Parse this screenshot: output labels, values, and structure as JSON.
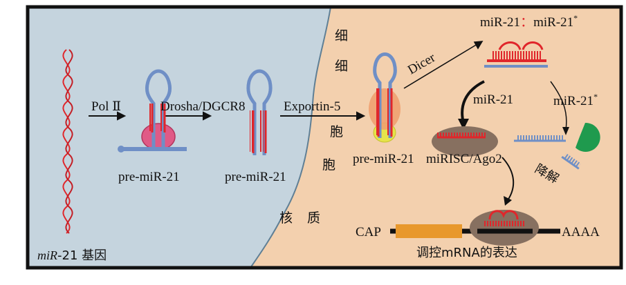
{
  "diagram": {
    "labels": {
      "pol2": "Pol Ⅱ",
      "drosha": "Drosha/DGCR8",
      "exportin": "Exportin-5",
      "dicer": "Dicer",
      "duplex_a": "miR-21",
      "duplex_sep": "：",
      "duplex_b": "miR-21",
      "duplex_star": "*",
      "mature_strand": "miR-21",
      "star_strand": "miR-21",
      "star_mark": "*",
      "pre1": "pre-miR-21",
      "pre2": "pre-miR-21",
      "pre3": "pre-miR-21",
      "risc": "miRISC/Ago2",
      "degrade": "降解",
      "cap": "CAP",
      "polya": "AAAA",
      "regulate": "调控mRNA的表达",
      "gene_italic": "miR",
      "gene_rest": "-21 基因"
    },
    "compartments": {
      "nucleus_chars": [
        "细",
        "胞",
        "核"
      ],
      "cytoplasm_chars": [
        "细",
        "胞",
        "质"
      ]
    },
    "colors": {
      "nucleus": "#c5d4de",
      "cytoplasm": "#f3d0ae",
      "rna_red": "#e0262b",
      "rna_blue": "#6f8fc6",
      "risc_gray": "#877060",
      "orf_orange": "#e8982c",
      "enzyme_green": "#1f9a4e",
      "drosha_pink": "#e05a86",
      "exportin_yellow": "#e6e34a",
      "exportin_orange": "#f0a070"
    }
  }
}
